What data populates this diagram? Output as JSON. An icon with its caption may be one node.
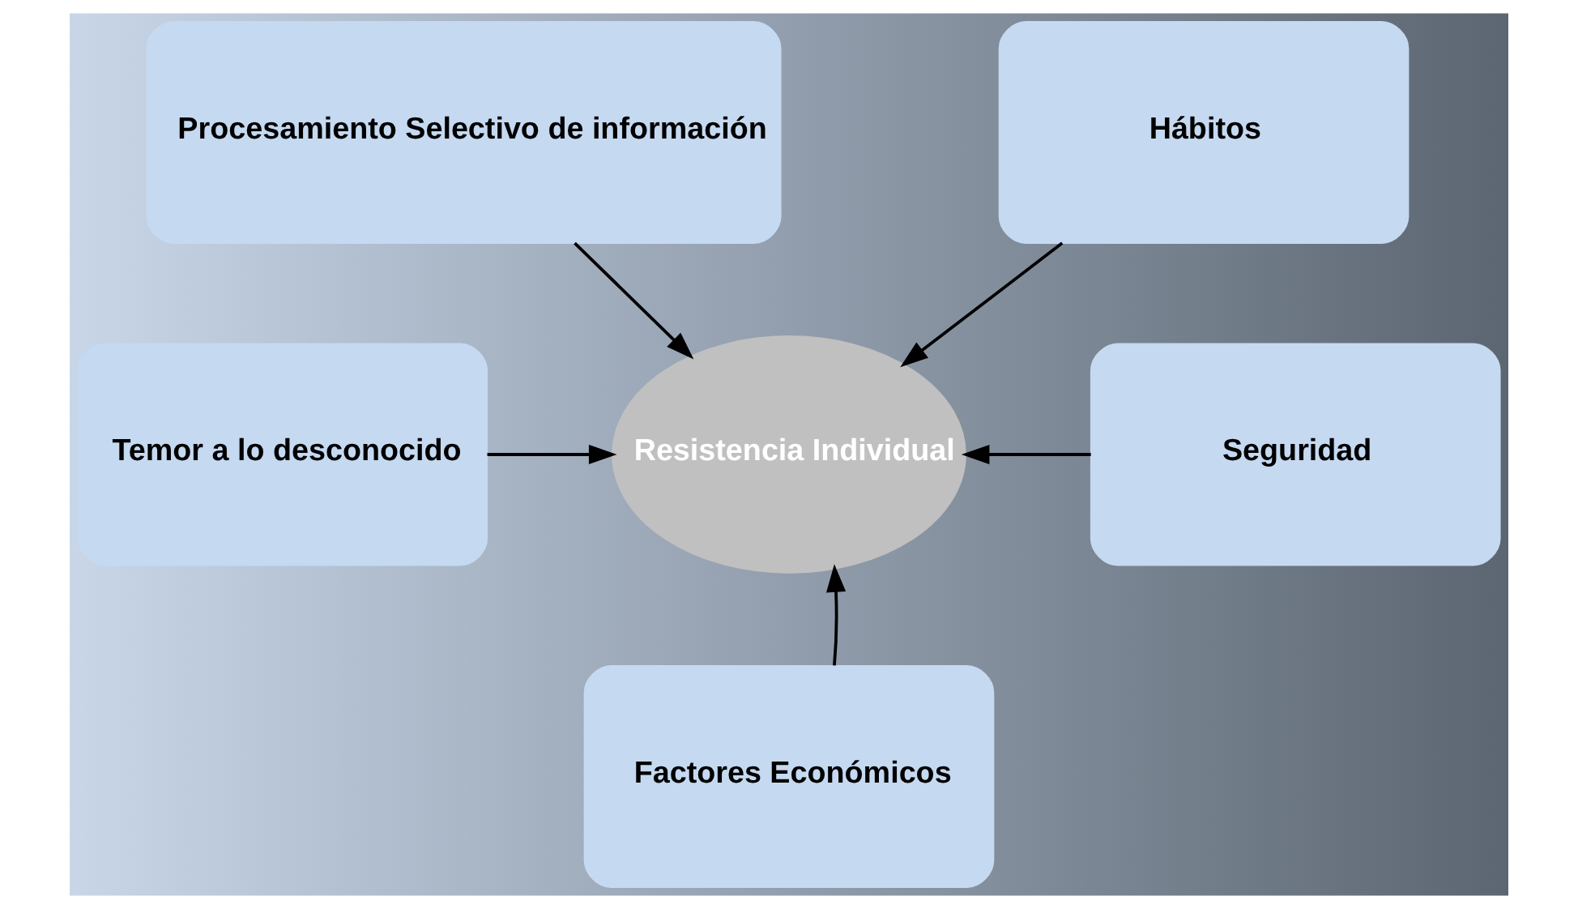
{
  "diagram": {
    "nodes": [
      {
        "text": [
          "Resistencia Individual"
        ]
      },
      {
        "text": [
          "Procesamiento Selectivo de información"
        ]
      },
      {
        "text": [
          "Hábitos"
        ]
      },
      {
        "text": [
          "Temor a lo desconocido"
        ]
      },
      {
        "text": [
          "Seguridad"
        ]
      },
      {
        "text": [
          "Factores Económicos"
        ]
      }
    ],
    "edges": [
      {
        "from": 1,
        "to": 0,
        "arrow": "to"
      },
      {
        "from": 2,
        "to": 0,
        "arrow": "to"
      },
      {
        "from": 3,
        "to": 0,
        "arrow": "to"
      },
      {
        "from": 4,
        "to": 0,
        "arrow": "to"
      },
      {
        "from": 5,
        "to": 0,
        "arrow": "to"
      }
    ]
  }
}
